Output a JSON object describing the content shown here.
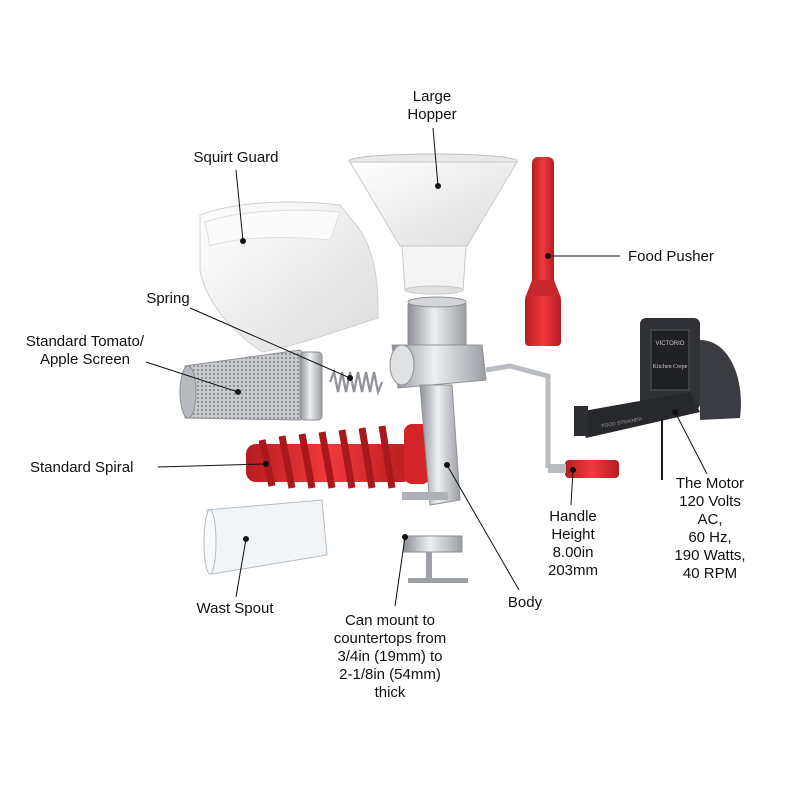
{
  "labels": {
    "large_hopper": "Large\nHopper",
    "squirt_guard": "Squirt Guard",
    "food_pusher": "Food Pusher",
    "spring": "Spring",
    "tomato_screen": "Standard Tomato/\nApple Screen",
    "spiral": "Standard Spiral",
    "waste_spout": "Wast Spout",
    "mount": "Can mount to\ncountertops from\n3/4in (19mm) to\n2-1/8in (54mm)\nthick",
    "body": "Body",
    "handle": "Handle\nHeight\n8.00in\n203mm",
    "motor": "The Motor\n120 Volts AC,\n60 Hz,\n190 Watts,\n40 RPM"
  },
  "motor_plate": {
    "brand": "VICTORIO",
    "model": "Kitchen Crepe",
    "tag": "FOOD STRAINER"
  },
  "colors": {
    "accent_red": "#d9262a",
    "plastic_white": "#f2f2f2",
    "metal": "#b9bcc1",
    "motor_dark": "#2f3136"
  }
}
